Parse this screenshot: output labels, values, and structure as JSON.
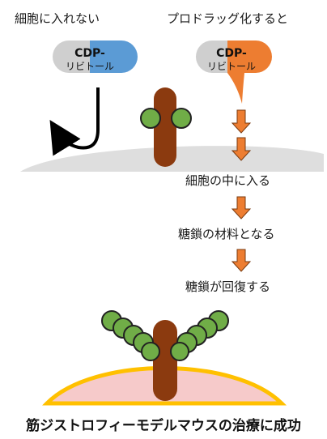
{
  "header": {
    "left_label": "細胞に入れない",
    "right_label": "プロドラッグ化すると"
  },
  "capsules": [
    {
      "line1": "CDP-",
      "line2": "リビトール"
    },
    {
      "line1": "CDP-",
      "line2": "リビトール"
    }
  ],
  "steps": [
    "細胞の中に入る",
    "糖鎖の材料となる",
    "糖鎖が回復する"
  ],
  "caption": "筋ジストロフィーモデルマウスの治療に成功",
  "colors": {
    "capsule_gray": "#cfcfcf",
    "capsule_blue": "#5b9bd5",
    "capsule_orange": "#ed7d31",
    "protein_brown": "#8b3a0f",
    "sugar_green": "#70ad47",
    "membrane_gray": "#dedede",
    "membrane_pink": "#f6caca",
    "membrane_yellow": "#ffc000"
  }
}
